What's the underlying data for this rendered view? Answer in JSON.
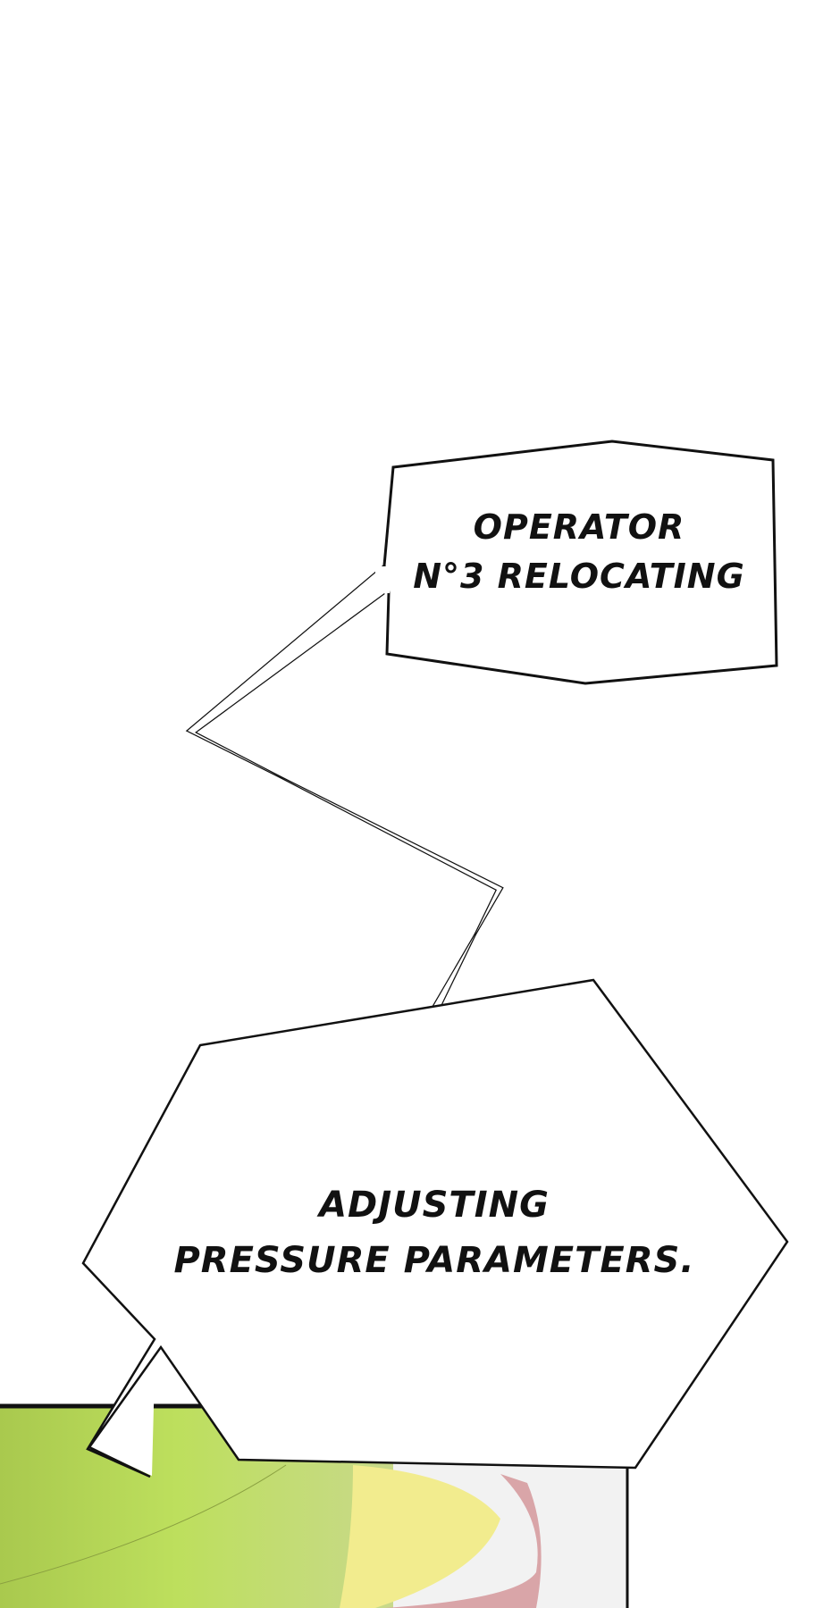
{
  "bubbles": [
    {
      "lines": [
        "OPERATOR",
        "N°3 RELOCATING"
      ]
    },
    {
      "lines": [
        "ADJUSTING",
        "PRESSURE PARAMETERS."
      ]
    }
  ],
  "colors": {
    "background": "#ffffff",
    "outline": "#111111",
    "green": "#b9dc5c",
    "yellow": "#f2ec8e",
    "pink": "#d9a5a8",
    "panel_grey": "#f2f2f2"
  }
}
